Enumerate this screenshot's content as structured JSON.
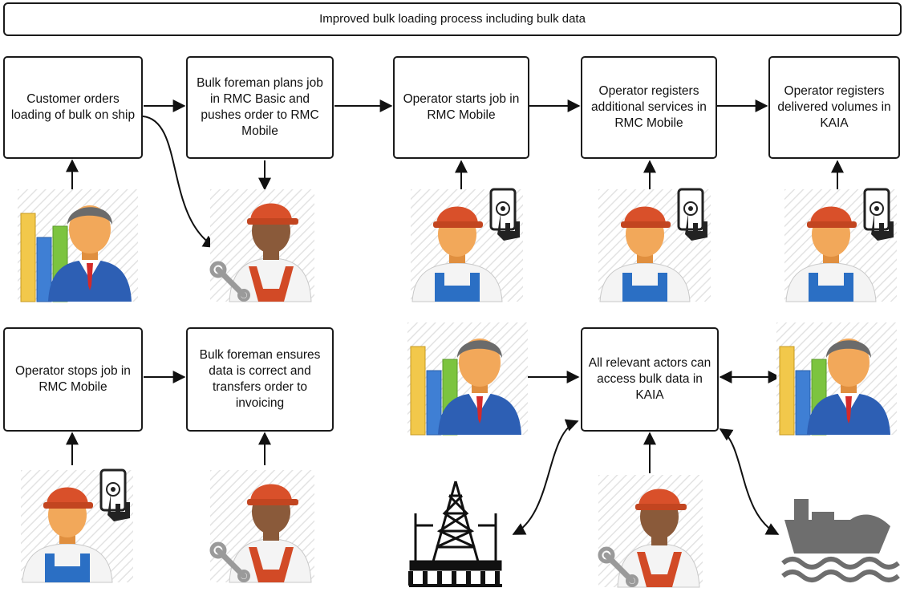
{
  "title": "Improved bulk loading process including bulk data",
  "steps": {
    "s1": "Customer orders loading of bulk on ship",
    "s2": "Bulk foreman plans job in RMC Basic and pushes order to RMC Mobile",
    "s3": "Operator starts job in RMC Mobile",
    "s4": "Operator registers additional services in RMC Mobile",
    "s5": "Operator registers delivered volumes in KAIA",
    "s6": "Operator stops job in RMC Mobile",
    "s7": "Bulk foreman ensures data is correct and transfers order to invoicing",
    "s8": "All relevant actors can access bulk data in KAIA"
  },
  "icons": {
    "customer": "businessman-with-chart-icon",
    "foreman": "worker-with-wrench-icon",
    "operator": "operator-with-tablet-icon",
    "rig": "oil-rig-icon",
    "ship": "ship-icon"
  },
  "colors": {
    "hardhat": "#d9502a",
    "skin": "#f2a85a",
    "suit_blue": "#2d5fb4",
    "overall_blue": "#2b6fc4",
    "chart_yellow": "#f2c84b",
    "chart_blue": "#3f7fd4",
    "chart_green": "#7cc43f",
    "ship_gray": "#6e6e6e"
  }
}
